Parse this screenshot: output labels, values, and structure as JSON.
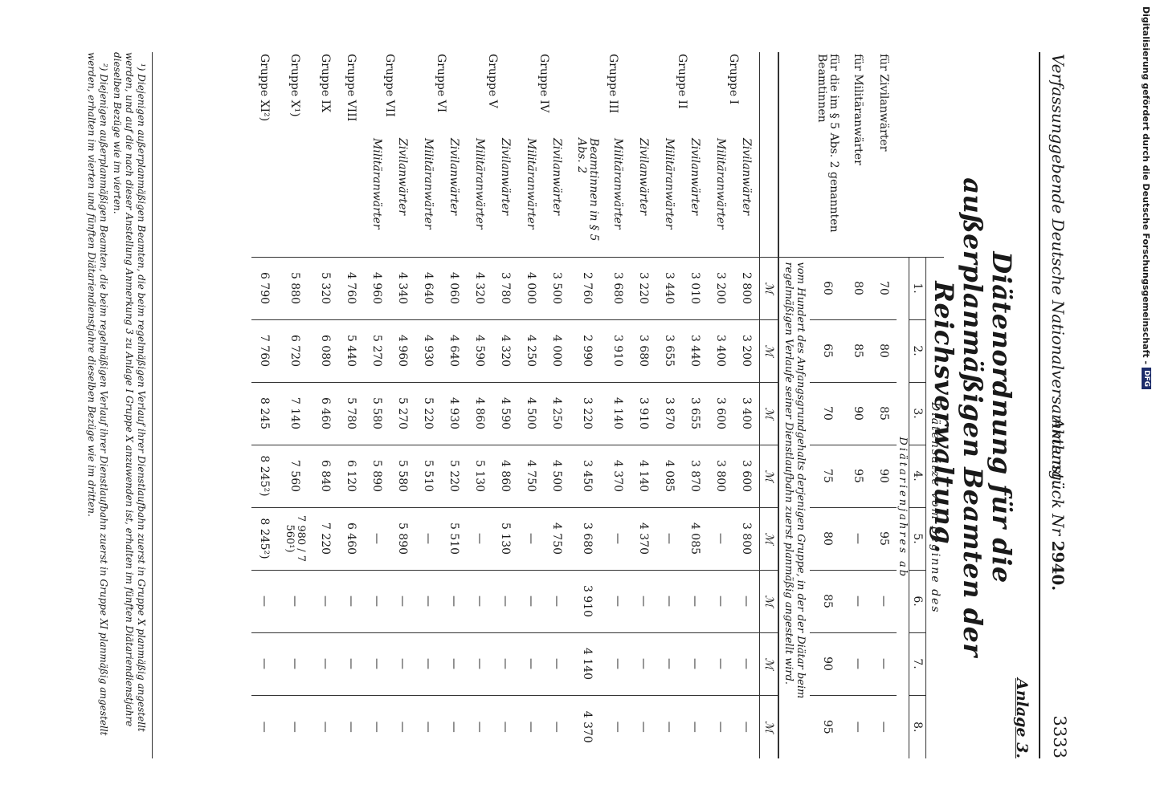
{
  "header": {
    "left": "Verfassunggebende Deutsche Nationalversammlung.",
    "center_prefix": "Aktenstück Nr",
    "center_number": "2940.",
    "page_number": "3333"
  },
  "appendix_label": "Anlage 3.",
  "title": "Diätenordnung für die außerplanmäßigen Beamten der Reichsverwaltung.",
  "table": {
    "header_main": "Diätensätze vom Beginne des",
    "col_numbers": [
      "1.",
      "2.",
      "3.",
      "4.",
      "5.",
      "6.",
      "7.",
      "8."
    ],
    "diaetarienjahres": "Diätarienjahres ab",
    "percent_note": "vom Hundert des Anfangsgrundgehalts derjenigen Gruppe, in der der Diätar beim regelmäßigen Verlaufe seiner Dienstlaufbahn zuerst planmäßig angestellt wird.",
    "unit": "ℳ",
    "percent_rows": [
      {
        "label": "für Zivilanwärter",
        "values": [
          "70",
          "80",
          "85",
          "90",
          "95",
          "—",
          "—",
          "—"
        ]
      },
      {
        "label": "für Militäranwärter",
        "values": [
          "80",
          "85",
          "90",
          "95",
          "—",
          "—",
          "—",
          "—"
        ]
      },
      {
        "label": "für die im § 5 Abs. 2 genannten Beamtinnen",
        "values": [
          "60",
          "65",
          "70",
          "75",
          "80",
          "85",
          "90",
          "95"
        ]
      }
    ],
    "groups": [
      {
        "name": "Gruppe I",
        "rows": [
          {
            "sub": "Zivilanwärter",
            "values": [
              "2 800",
              "3 200",
              "3 400",
              "3 600",
              "3 800",
              "—",
              "—",
              "—"
            ]
          },
          {
            "sub": "Militäranwärter",
            "values": [
              "3 200",
              "3 400",
              "3 600",
              "3 800",
              "—",
              "—",
              "—",
              "—"
            ]
          }
        ]
      },
      {
        "name": "Gruppe II",
        "rows": [
          {
            "sub": "Zivilanwärter",
            "values": [
              "3 010",
              "3 440",
              "3 655",
              "3 870",
              "4 085",
              "—",
              "—",
              "—"
            ]
          },
          {
            "sub": "Militäranwärter",
            "values": [
              "3 440",
              "3 655",
              "3 870",
              "4 085",
              "—",
              "—",
              "—",
              "—"
            ]
          }
        ]
      },
      {
        "name": "Gruppe III",
        "rows": [
          {
            "sub": "Zivilanwärter",
            "values": [
              "3 220",
              "3 680",
              "3 910",
              "4 140",
              "4 370",
              "—",
              "—",
              "—"
            ]
          },
          {
            "sub": "Militäranwärter",
            "values": [
              "3 680",
              "3 910",
              "4 140",
              "4 370",
              "—",
              "—",
              "—",
              "—"
            ]
          },
          {
            "sub": "Beamtinnen in § 5 Abs. 2",
            "values": [
              "2 760",
              "2 990",
              "3 220",
              "3 450",
              "3 680",
              "3 910",
              "4 140",
              "4 370"
            ]
          }
        ]
      },
      {
        "name": "Gruppe IV",
        "rows": [
          {
            "sub": "Zivilanwärter",
            "values": [
              "3 500",
              "4 000",
              "4 250",
              "4 500",
              "4 750",
              "—",
              "—",
              "—"
            ]
          },
          {
            "sub": "Militäranwärter",
            "values": [
              "4 000",
              "4 250",
              "4 500",
              "4 750",
              "—",
              "—",
              "—",
              "—"
            ]
          }
        ]
      },
      {
        "name": "Gruppe V",
        "rows": [
          {
            "sub": "Zivilanwärter",
            "values": [
              "3 780",
              "4 320",
              "4 590",
              "4 860",
              "5 130",
              "—",
              "—",
              "—"
            ]
          },
          {
            "sub": "Militäranwärter",
            "values": [
              "4 320",
              "4 590",
              "4 860",
              "5 130",
              "—",
              "—",
              "—",
              "—"
            ]
          }
        ]
      },
      {
        "name": "Gruppe VI",
        "rows": [
          {
            "sub": "Zivilanwärter",
            "values": [
              "4 060",
              "4 640",
              "4 930",
              "5 220",
              "5 510",
              "—",
              "—",
              "—"
            ]
          },
          {
            "sub": "Militäranwärter",
            "values": [
              "4 640",
              "4 930",
              "5 220",
              "5 510",
              "—",
              "—",
              "—",
              "—"
            ]
          }
        ]
      },
      {
        "name": "Gruppe VII",
        "rows": [
          {
            "sub": "Zivilanwärter",
            "values": [
              "4 340",
              "4 960",
              "5 270",
              "5 580",
              "5 890",
              "—",
              "—",
              "—"
            ]
          },
          {
            "sub": "Militäranwärter",
            "values": [
              "4 960",
              "5 270",
              "5 580",
              "5 890",
              "—",
              "—",
              "—",
              "—"
            ]
          }
        ]
      }
    ],
    "single_rows": [
      {
        "name": "Gruppe VIII",
        "values": [
          "4 760",
          "5 440",
          "5 780",
          "6 120",
          "6 460",
          "—",
          "—",
          "—"
        ]
      },
      {
        "name": "Gruppe IX",
        "values": [
          "5 320",
          "6 080",
          "6 460",
          "6 840",
          "7 220",
          "—",
          "—",
          "—"
        ]
      },
      {
        "name": "Gruppe X¹)",
        "values": [
          "5 880",
          "6 720",
          "7 140",
          "7 560",
          "7 980 / 7 560¹)",
          "—",
          "—",
          "—"
        ]
      },
      {
        "name": "Gruppe XI²)",
        "values": [
          "6 790",
          "7 760",
          "8 245",
          "8 245²)",
          "8 245²)",
          "—",
          "—",
          "—"
        ]
      }
    ]
  },
  "footnotes": [
    "¹) Diejenigen außerplanmäßigen Beamten, die beim regelmäßigen Verlauf ihrer Dienstlaufbahn zuerst in Gruppe X planmäßig angestellt werden, und auf die nach dieser Anstellung Anmerkung 3 zu Anlage I Gruppe X anzuwenden ist, erhalten im fünften Diätariendienstjahre dieselben Bezüge wie im vierten.",
    "²) Diejenigen außerplanmäßigen Beamten, die beim regelmäßigen Verlauf ihrer Dienstlaufbahn zuerst in Gruppe XI planmäßig angestellt werden, erhalten im vierten und fünften Diätariendienstjahre dieselben Bezüge wie im dritten."
  ],
  "side_credit": "Digitalisierung gefördert durch die Deutsche Forschungsgemeinschaft -",
  "side_logo": "DFG"
}
